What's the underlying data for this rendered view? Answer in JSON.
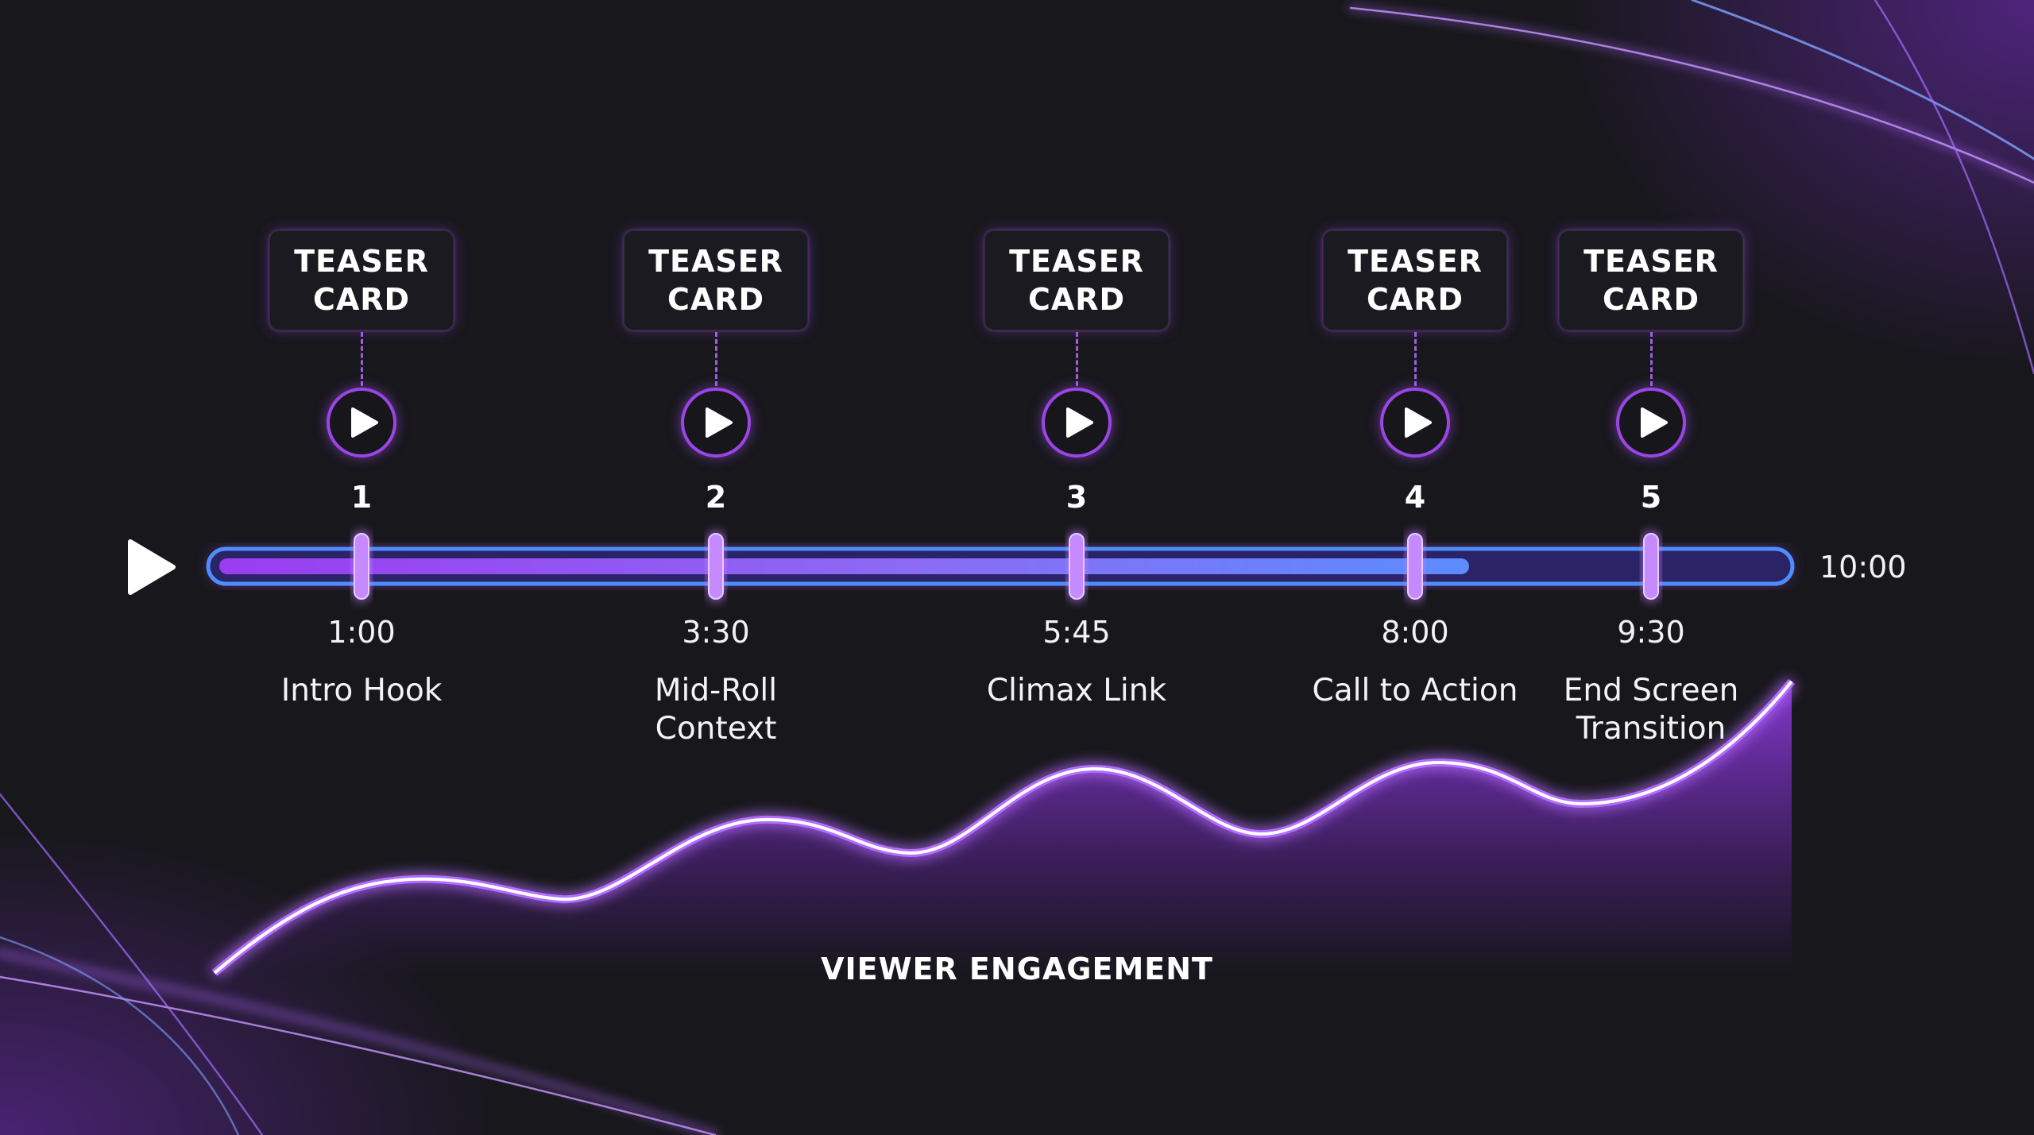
{
  "timeline": {
    "end_time": "10:00",
    "markers": [
      {
        "number": "1",
        "time": "1:00",
        "label": "Intro Hook",
        "card_label": "TEASER CARD"
      },
      {
        "number": "2",
        "time": "3:30",
        "label": "Mid-Roll Context",
        "card_label": "TEASER CARD"
      },
      {
        "number": "3",
        "time": "5:45",
        "label": "Climax Link",
        "card_label": "TEASER CARD"
      },
      {
        "number": "4",
        "time": "8:00",
        "label": "Call to Action",
        "card_label": "TEASER CARD"
      },
      {
        "number": "5",
        "time": "9:30",
        "label": "End Screen Transition",
        "card_label": "TEASER CARD"
      }
    ],
    "progress_fraction": 0.8
  },
  "engagement": {
    "label": "VIEWER ENGAGEMENT"
  },
  "icons": {
    "main_play": "play-icon",
    "marker_play": "play-icon"
  },
  "colors": {
    "background": "#18171c",
    "accent_purple": "#a855f7",
    "accent_blue": "#5b8cff",
    "text": "#ffffff"
  }
}
